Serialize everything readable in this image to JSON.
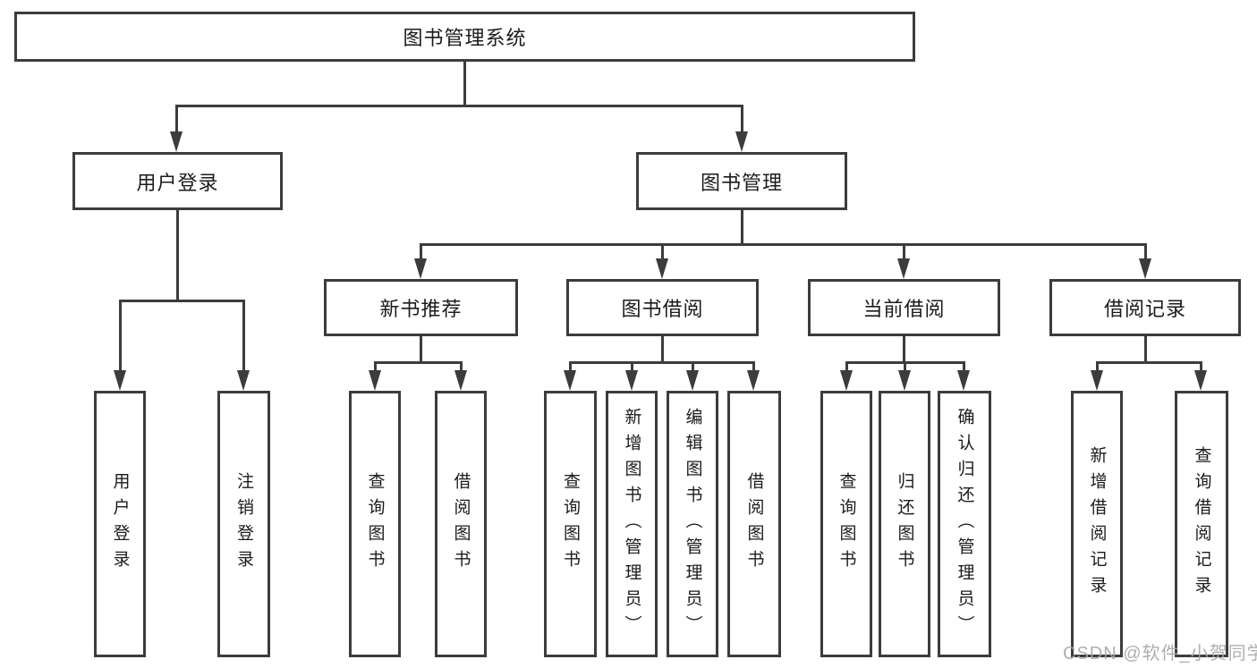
{
  "colors": {
    "line": "#3c3c3c",
    "text": "#1b1b1b",
    "background": "#ffffff",
    "watermark": "#a8a8a8"
  },
  "nodes": {
    "root": {
      "label": "图书管理系统"
    },
    "user_login": {
      "label": "用户登录",
      "children": [
        {
          "label": "用户登录"
        },
        {
          "label": "注销登录"
        }
      ]
    },
    "book_mgmt": {
      "label": "图书管理"
    },
    "new_books": {
      "label": "新书推荐",
      "children": [
        {
          "label": "查询图书"
        },
        {
          "label": "借阅图书"
        }
      ]
    },
    "borrow": {
      "label": "图书借阅",
      "children": [
        {
          "label": "查询图书"
        },
        {
          "label": "新增图书（管理员）"
        },
        {
          "label": "编辑图书（管理员）"
        },
        {
          "label": "借阅图书"
        }
      ]
    },
    "current": {
      "label": "当前借阅",
      "children": [
        {
          "label": "查询图书"
        },
        {
          "label": "归还图书"
        },
        {
          "label": "确认归还（管理员）"
        }
      ]
    },
    "records": {
      "label": "借阅记录",
      "children": [
        {
          "label": "新增借阅记录"
        },
        {
          "label": "查询借阅记录"
        }
      ]
    }
  },
  "watermark": {
    "text": "CSDN @软件_小贺同学"
  }
}
